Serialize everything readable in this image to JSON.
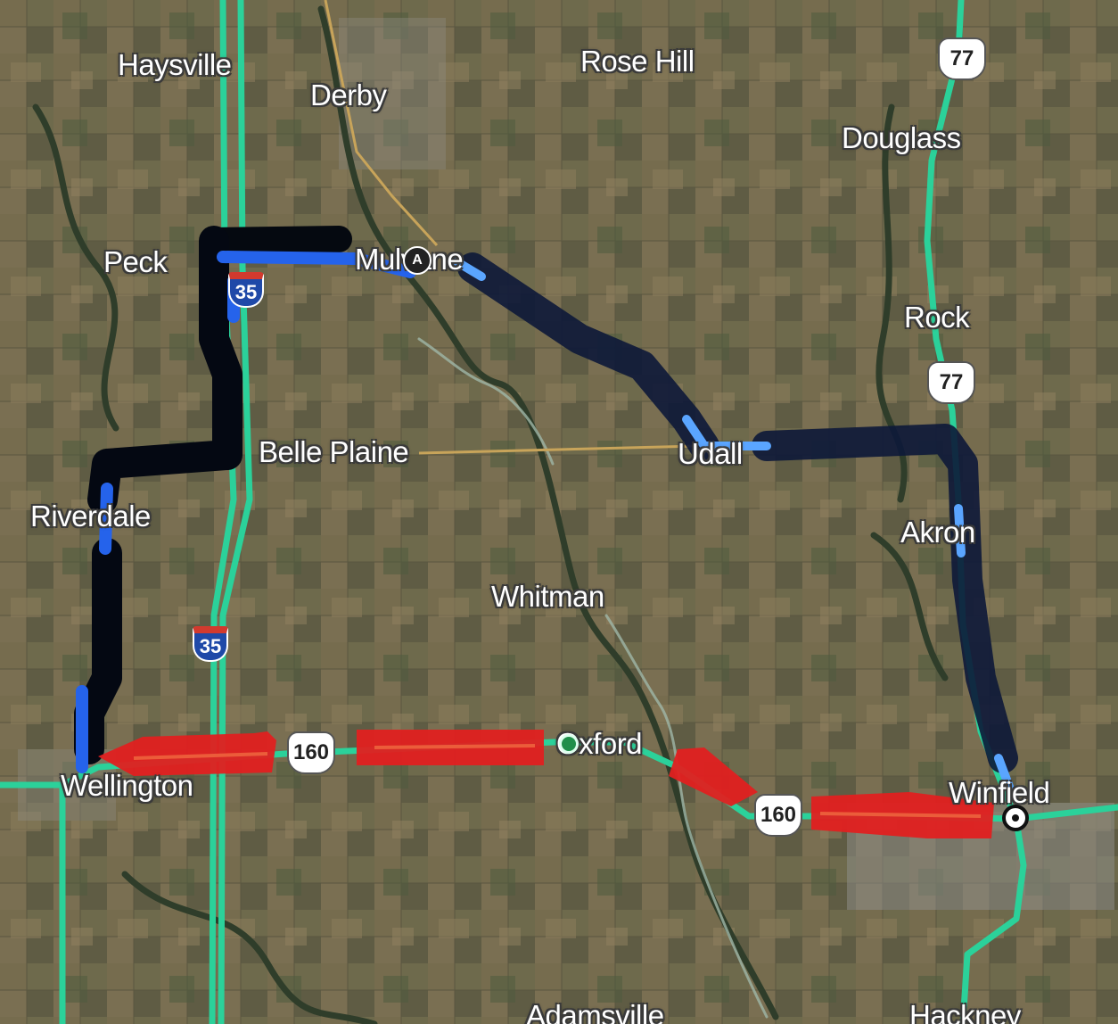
{
  "map": {
    "places": [
      {
        "id": "haysville",
        "label": "Haysville"
      },
      {
        "id": "derby",
        "label": "Derby"
      },
      {
        "id": "rose-hill",
        "label": "Rose Hill"
      },
      {
        "id": "douglass",
        "label": "Douglass"
      },
      {
        "id": "peck",
        "label": "Peck"
      },
      {
        "id": "mulvane",
        "label": "Mulvane"
      },
      {
        "id": "rock",
        "label": "Rock"
      },
      {
        "id": "belle-plaine",
        "label": "Belle Plaine"
      },
      {
        "id": "udall",
        "label": "Udall"
      },
      {
        "id": "riverdale",
        "label": "Riverdale"
      },
      {
        "id": "akron",
        "label": "Akron"
      },
      {
        "id": "whitman",
        "label": "Whitman"
      },
      {
        "id": "oxford",
        "label": "Oxford"
      },
      {
        "id": "wellington",
        "label": "Wellington"
      },
      {
        "id": "winfield",
        "label": "Winfield"
      },
      {
        "id": "adamsville",
        "label": "Adamsville"
      },
      {
        "id": "hackney",
        "label": "Hackney"
      }
    ],
    "shields": [
      {
        "id": "us77-north",
        "type": "us",
        "number": "77"
      },
      {
        "id": "us77-rock",
        "type": "us",
        "number": "77"
      },
      {
        "id": "i35-north",
        "type": "interstate",
        "number": "35"
      },
      {
        "id": "i35-south",
        "type": "interstate",
        "number": "35"
      },
      {
        "id": "us160-west",
        "type": "us",
        "number": "160"
      },
      {
        "id": "us160-east",
        "type": "us",
        "number": "160"
      }
    ],
    "markers": {
      "start": {
        "label": "A"
      },
      "destination": {
        "label": ""
      }
    },
    "colors": {
      "highway": "#2bd19a",
      "route_primary": "#0d1838",
      "route_alt": "#2563eb",
      "traffic_heavy": "#e02020",
      "minor_road": "#c8a45a",
      "satellite_base": "#6b6548"
    }
  }
}
